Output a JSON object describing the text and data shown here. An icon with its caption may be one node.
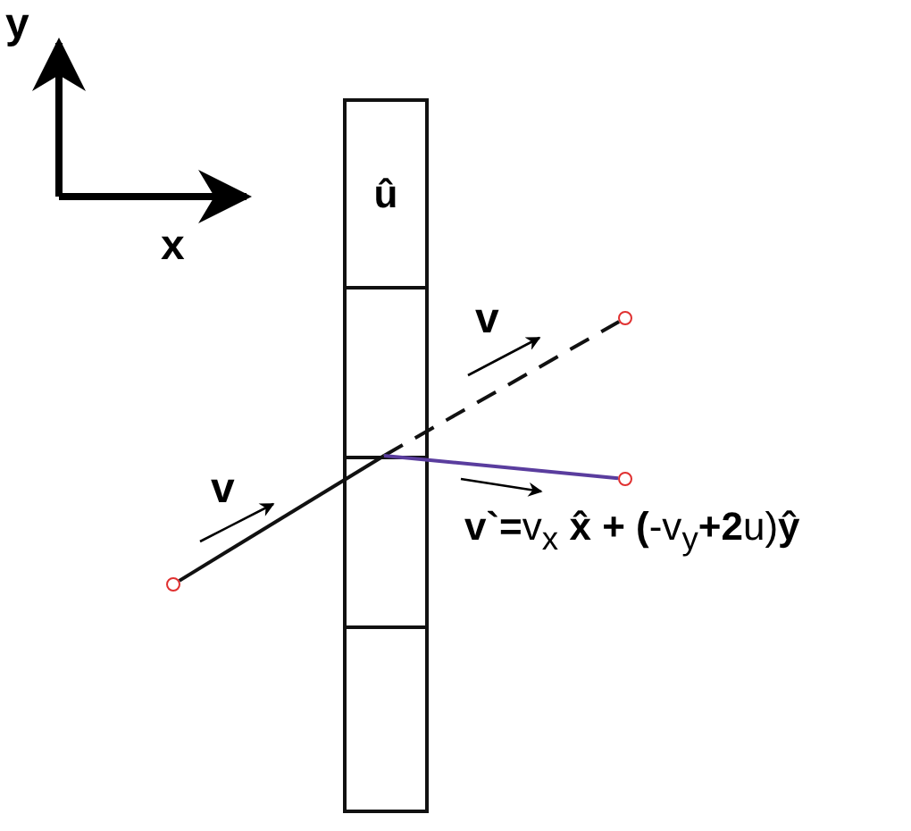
{
  "diagram": {
    "nodes": [
      {
        "text": [
          "û"
        ]
      },
      {
        "text": [],
        "shape": "box"
      },
      {
        "text": [],
        "shape": "box"
      },
      {
        "text": [],
        "shape": "box"
      },
      {
        "text": [],
        "shape": "circle"
      },
      {
        "text": [],
        "shape": "circle"
      },
      {
        "text": [],
        "shape": "circle"
      }
    ],
    "edges": [
      {
        "from": 4,
        "to": 2,
        "arrow": "none"
      },
      {
        "from": 1,
        "to": 5,
        "arrow": "none",
        "style": "dashed"
      },
      {
        "from": 1,
        "to": 6,
        "arrow": "none",
        "color": "#5a3d9e"
      }
    ],
    "labels": [
      "y",
      "x",
      "v",
      "v",
      "**v`=**v$_{x}$ **x̂ + (**-v$_{y}$**+2**u)**ŷ**"
    ]
  }
}
